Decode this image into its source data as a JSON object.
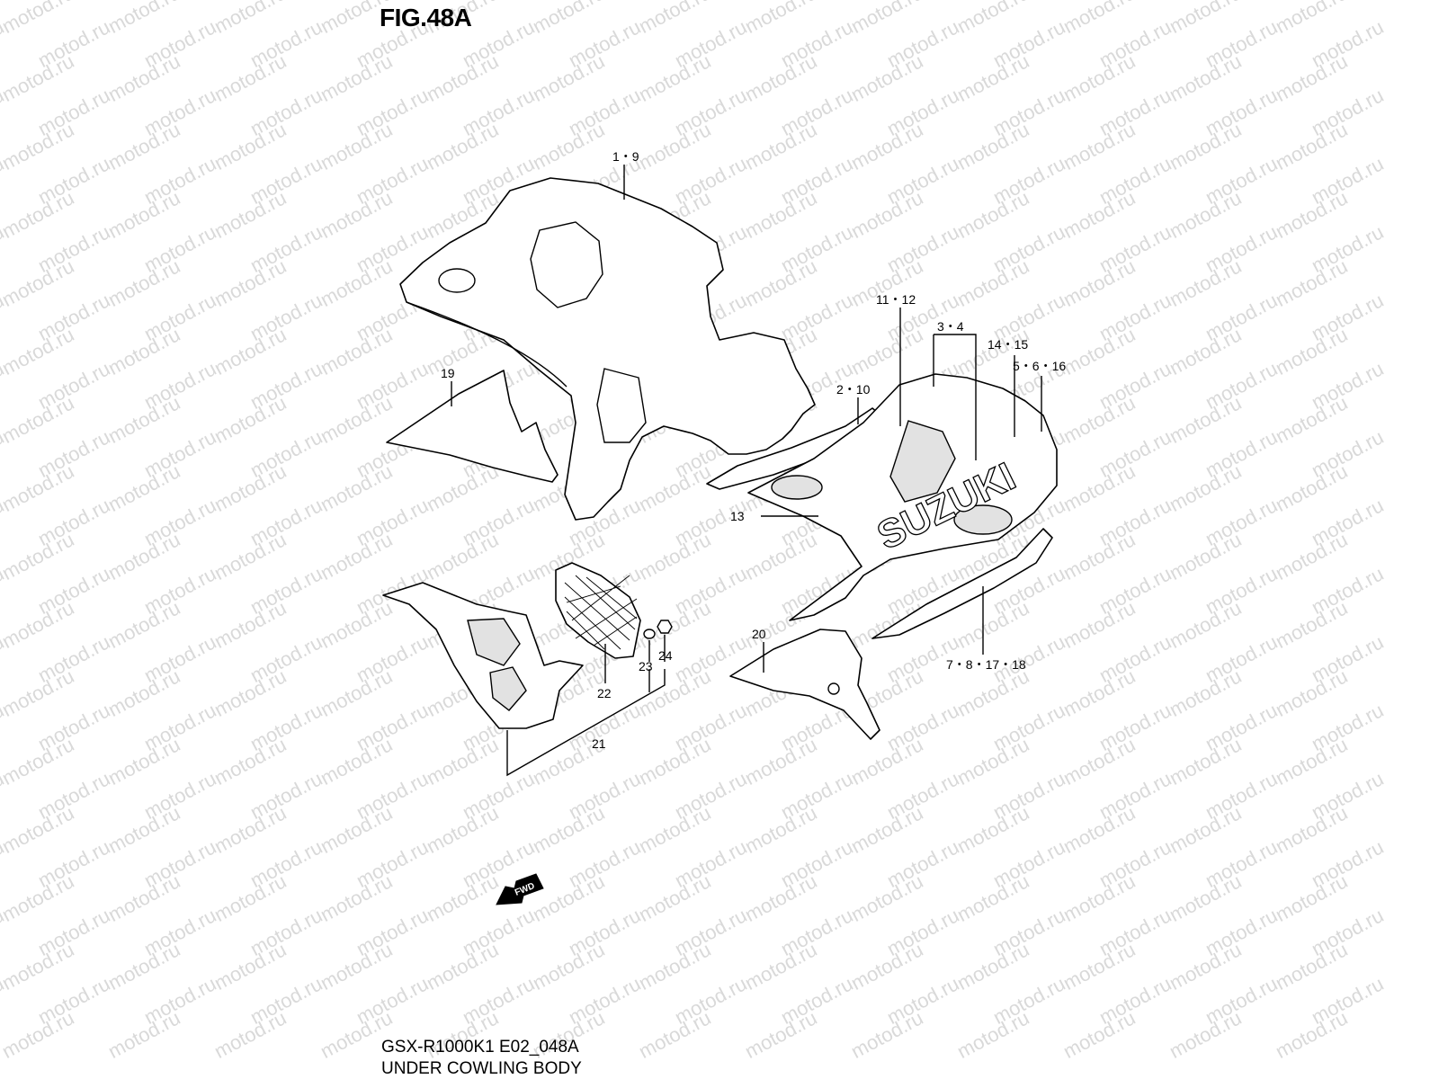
{
  "watermark_text": "motod.ru",
  "figure_title": "FIG.48A",
  "model_code": "GSX-R1000K1 E02_048A",
  "diagram_name": "UNDER COWLING BODY",
  "brand_text": "SUZUKI",
  "fwd_label": "FWD",
  "callouts": {
    "c_1_9": "1・9",
    "c_11_12": "11・12",
    "c_3_4": "3・4",
    "c_14_15": "14・15",
    "c_5_6_16": "5・6・16",
    "c_2_10": "2・10",
    "c_19": "19",
    "c_13": "13",
    "c_20": "20",
    "c_7_8_17_18": "7・8・17・18",
    "c_22": "22",
    "c_23": "23",
    "c_24": "24",
    "c_21": "21"
  }
}
